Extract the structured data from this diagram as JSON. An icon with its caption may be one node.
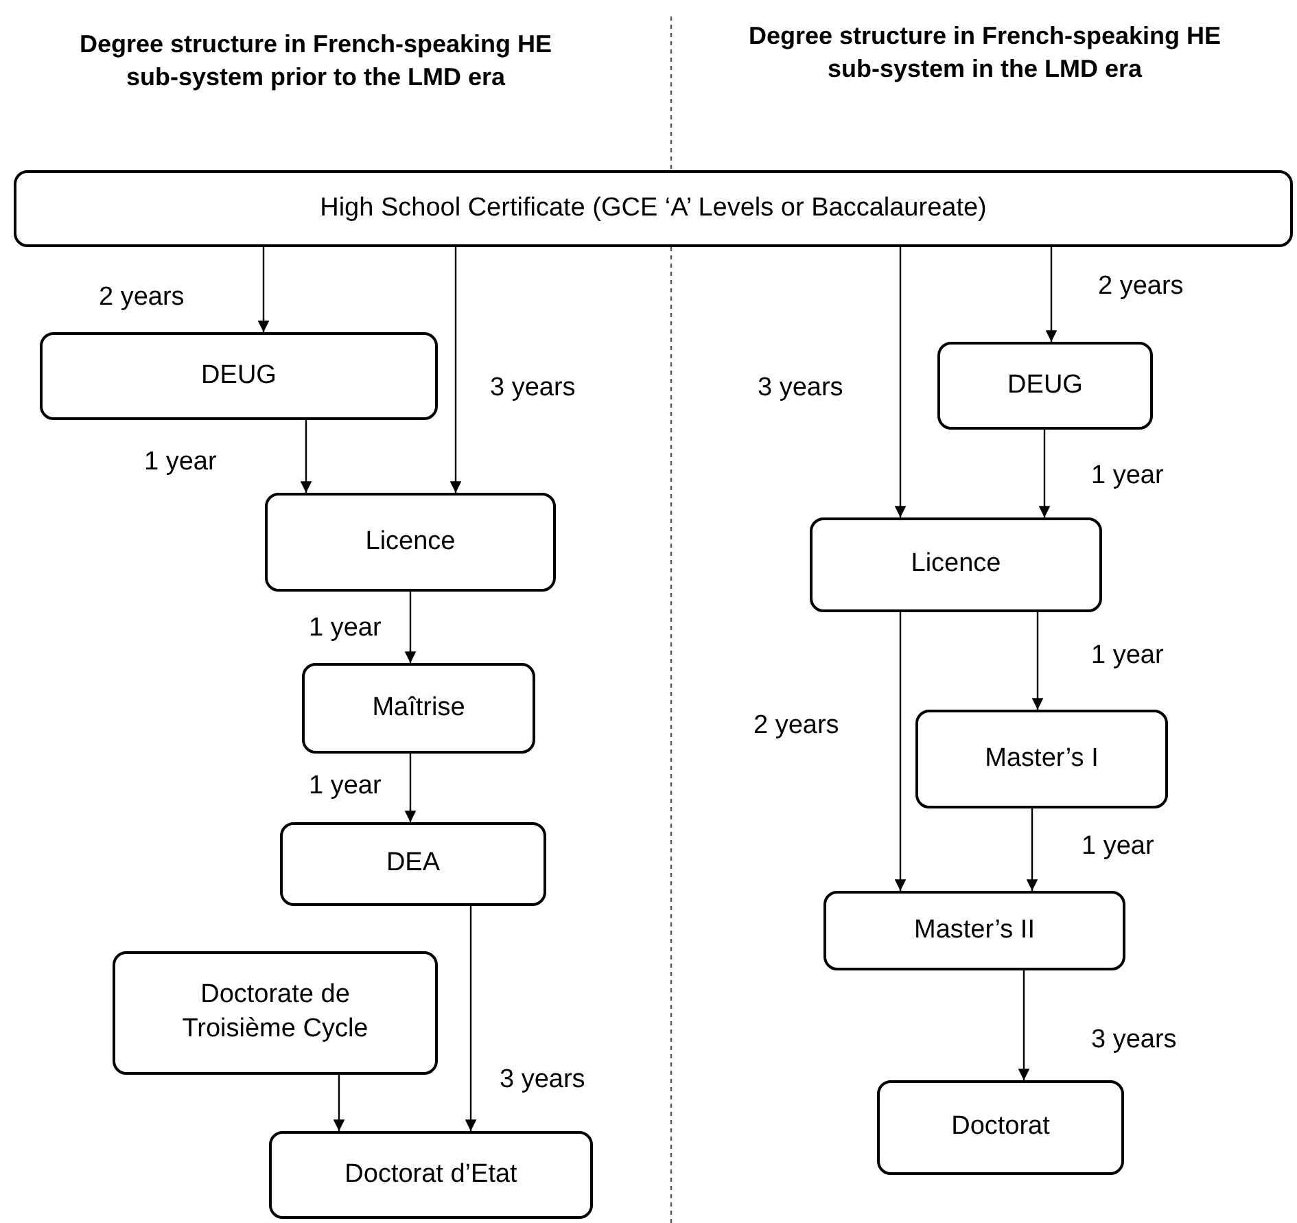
{
  "diagram": {
    "nodes": [
      {
        "text": [
          "High School Certificate (GCE ‘A’ Levels or Baccalaureate)"
        ]
      },
      {
        "text": [
          "DEUG"
        ]
      },
      {
        "text": [
          "Licence"
        ]
      },
      {
        "text": [
          "Maîtrise"
        ]
      },
      {
        "text": [
          "DEA"
        ]
      },
      {
        "text": [
          "Doctorate de Troisième Cycle"
        ]
      },
      {
        "text": [
          "Doctorat d’Etat"
        ]
      },
      {
        "text": [
          "DEUG"
        ]
      },
      {
        "text": [
          "Licence"
        ]
      },
      {
        "text": [
          "Master’s I"
        ]
      },
      {
        "text": [
          "Master’s II"
        ]
      },
      {
        "text": [
          "Doctorat"
        ]
      }
    ],
    "edges": [
      {
        "from": 0,
        "to": 1,
        "arrow": "to",
        "label": "2 years"
      },
      {
        "from": 0,
        "to": 2,
        "arrow": "to",
        "label": "3 years"
      },
      {
        "from": 1,
        "to": 2,
        "arrow": "to",
        "label": "1 year"
      },
      {
        "from": 2,
        "to": 3,
        "arrow": "to",
        "label": "1 year"
      },
      {
        "from": 3,
        "to": 4,
        "arrow": "to",
        "label": "1 year"
      },
      {
        "from": 5,
        "to": 6,
        "arrow": "to"
      },
      {
        "from": 4,
        "to": 6,
        "arrow": "to",
        "label": "3 years"
      },
      {
        "from": 0,
        "to": 8,
        "arrow": "to",
        "label": "3 years"
      },
      {
        "from": 0,
        "to": 7,
        "arrow": "to",
        "label": "2 years"
      },
      {
        "from": 7,
        "to": 8,
        "arrow": "to",
        "label": "1 year"
      },
      {
        "from": 8,
        "to": 10,
        "arrow": "to",
        "label": "2 years"
      },
      {
        "from": 8,
        "to": 9,
        "arrow": "to",
        "label": "1 year"
      },
      {
        "from": 9,
        "to": 10,
        "arrow": "to",
        "label": "1 year"
      },
      {
        "from": 10,
        "to": 11,
        "arrow": "to",
        "label": "3 years"
      }
    ],
    "labels": [
      "Degree structure in French-speaking HE sub-system prior to the LMD era",
      "Degree structure in French-speaking HE sub-system in the LMD era"
    ]
  }
}
